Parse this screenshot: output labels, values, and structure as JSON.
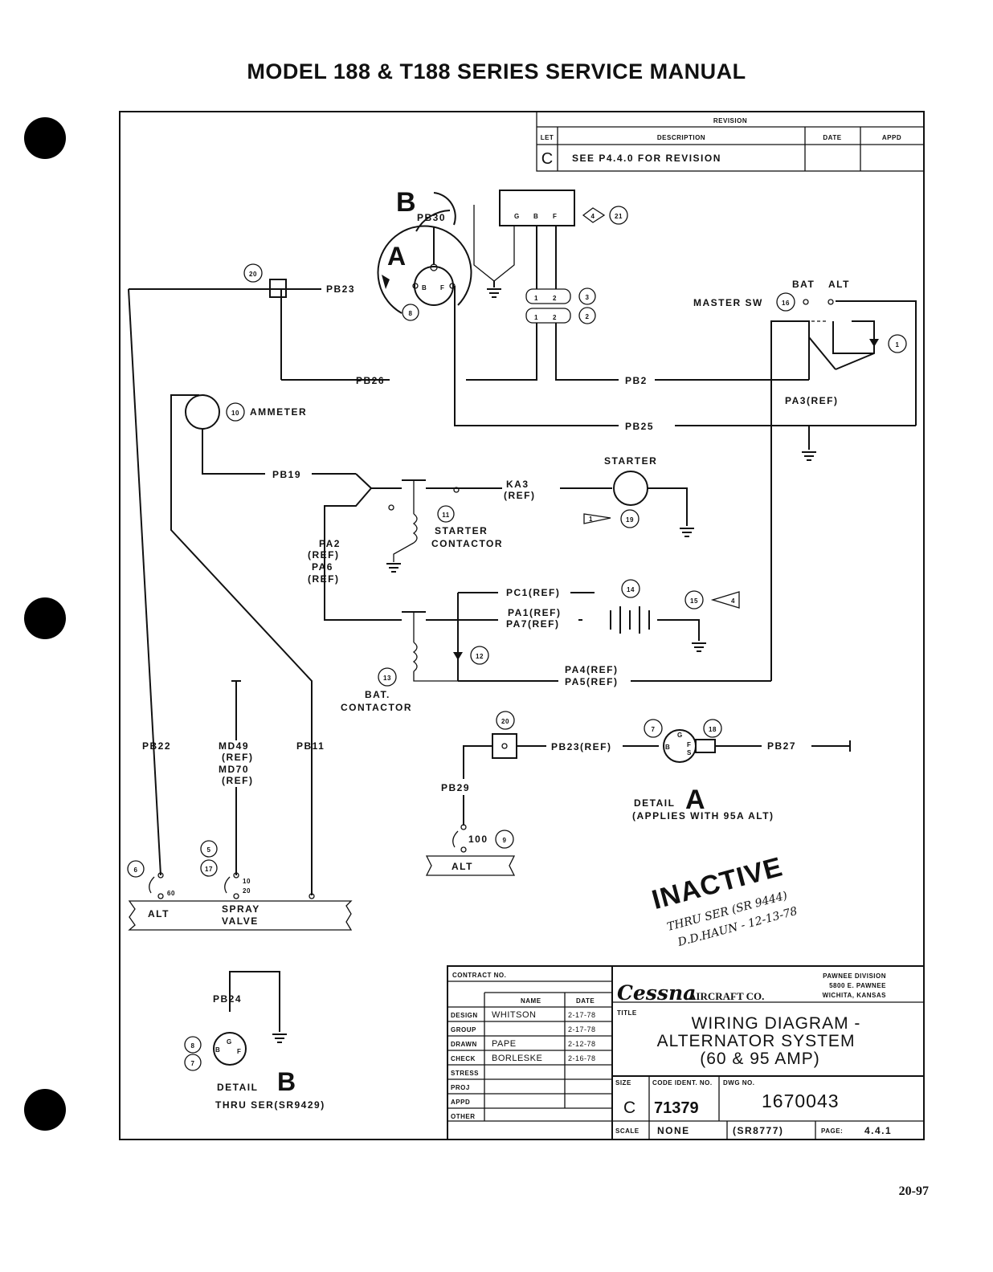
{
  "header": {
    "title": "MODEL 188 & T188 SERIES SERVICE MANUAL"
  },
  "revision_block": {
    "heading": "REVISION",
    "col_let": "LET",
    "col_description": "DESCRIPTION",
    "col_date": "DATE",
    "col_appd": "APPD",
    "row_let": "C",
    "row_description": "SEE P4.4.0 FOR REVISION"
  },
  "wires": {
    "pb30": "PB30",
    "pb23": "PB23",
    "pb26": "PB26",
    "pb2": "PB2",
    "pb25": "PB25",
    "pb19": "PB19",
    "pb22": "PB22",
    "pb11": "PB11",
    "pb29": "PB29",
    "pb27": "PB27",
    "pb23_ref": "PB23(REF)",
    "pb24": "PB24",
    "ka3": "KA3",
    "ka3_ref": "(REF)",
    "pa2": "PA2",
    "pa2_ref": "(REF)",
    "pa6": "PA6",
    "pa6_ref": "(REF)",
    "pc1": "PC1(REF)",
    "pa1": "PA1(REF)",
    "pa7": "PA7(REF)",
    "pa4": "PA4(REF)",
    "pa5": "PA5(REF)",
    "pa3": "PA3(REF)",
    "md49": "MD49",
    "md49_ref": "(REF)",
    "md70": "MD70",
    "md70_ref": "(REF)"
  },
  "components": {
    "master_sw": "MASTER SW",
    "bat": "BAT",
    "alt": "ALT",
    "ammeter": "AMMETER",
    "starter": "STARTER",
    "starter_contactor_1": "STARTER",
    "starter_contactor_2": "CONTACTOR",
    "bat_contactor_1": "BAT.",
    "bat_contactor_2": "CONTACTOR",
    "regulator_g": "G",
    "regulator_b": "B",
    "regulator_f": "F",
    "alt_b": "B",
    "alt_f": "F",
    "alt_g": "G",
    "alt_s": "S",
    "plug_1": "1",
    "plug_2": "2",
    "cb_alt_value": "100",
    "cb_alt_label": "ALT",
    "cb60_value": "60",
    "cb_10": "10",
    "cb_20": "20",
    "panel_alt": "ALT",
    "panel_spray_1": "SPRAY",
    "panel_spray_2": "VALVE"
  },
  "callouts": {
    "c1": "1",
    "c2": "2",
    "c3": "3",
    "c4": "4",
    "c5": "5",
    "c6": "6",
    "c7": "7",
    "c8": "8",
    "c9": "9",
    "c10": "10",
    "c11": "11",
    "c12": "12",
    "c13": "13",
    "c14": "14",
    "c15": "15",
    "c16": "16",
    "c17": "17",
    "c18": "18",
    "c19": "19",
    "c20": "20",
    "c21": "21",
    "flag1": "1",
    "flag4": "4"
  },
  "details": {
    "detail_a_letter": "A",
    "detail_a_label": "DETAIL",
    "detail_a_note": "(APPLIES WITH 95A ALT)",
    "detail_b_letter": "B",
    "detail_b_label": "DETAIL",
    "detail_b_note": "THRU SER(SR9429)",
    "marker_a": "A",
    "marker_b": "B"
  },
  "stamp": {
    "inactive": "INACTIVE",
    "line1": "THRU SER (SR 9444)",
    "line2": "D.D.HAUN - 12-13-78"
  },
  "title_block": {
    "contract_no": "CONTRACT NO.",
    "col_name": "NAME",
    "col_date": "DATE",
    "rows": [
      {
        "role": "DESIGN",
        "name": "WHITSON",
        "date": "2-17-78"
      },
      {
        "role": "GROUP",
        "name": "",
        "date": "2-17-78"
      },
      {
        "role": "DRAWN",
        "name": "PAPE",
        "date": "2-12-78"
      },
      {
        "role": "CHECK",
        "name": "BORLESKE",
        "date": "2-16-78"
      },
      {
        "role": "STRESS",
        "name": "",
        "date": ""
      },
      {
        "role": "PROJ",
        "name": "",
        "date": ""
      },
      {
        "role": "APPD",
        "name": "",
        "date": ""
      },
      {
        "role": "OTHER",
        "name": "",
        "date": ""
      }
    ],
    "company": "Cessna",
    "company_suffix": "AIRCRAFT CO.",
    "division_1": "PAWNEE DIVISION",
    "division_2": "5800 E. PAWNEE",
    "division_3": "WICHITA, KANSAS",
    "title_label": "TITLE",
    "title_1": "WIRING DIAGRAM -",
    "title_2": "ALTERNATOR SYSTEM",
    "title_3": "(60 & 95 AMP)",
    "size_label": "SIZE",
    "size": "C",
    "code_label": "CODE IDENT. NO.",
    "code": "71379",
    "dwg_label": "DWG NO.",
    "dwg": "1670043",
    "scale_label": "SCALE",
    "scale": "NONE",
    "serial": "(SR8777)",
    "page_label": "PAGE:",
    "page": "4.4.1"
  },
  "footer": {
    "page_number": "20-97"
  }
}
